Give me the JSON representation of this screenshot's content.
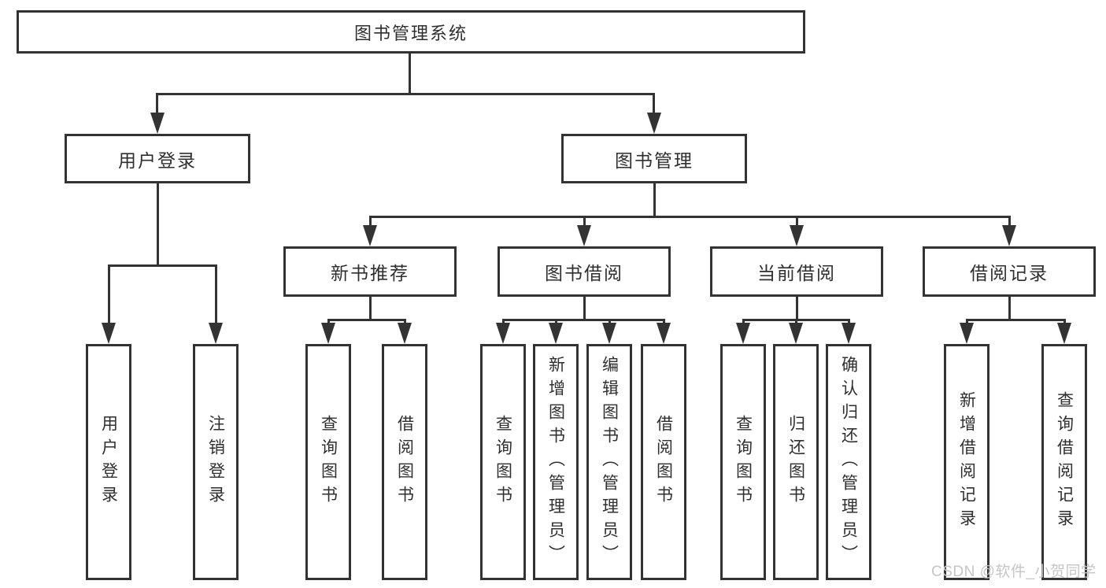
{
  "diagram": {
    "type": "hierarchy-diagram",
    "colors": {
      "line": "#333333",
      "box_fill": "#ffffff",
      "text": "#2f2f2f",
      "watermark": "#c6c6c6"
    },
    "watermark": "CSDN @软件_小贺同学",
    "tree": {
      "root": {
        "label": "图书管理系统"
      },
      "children": [
        {
          "label": "用户登录",
          "children": [
            {
              "label": "用户登录"
            },
            {
              "label": "注销登录"
            }
          ]
        },
        {
          "label": "图书管理",
          "children": [
            {
              "label": "新书推荐",
              "children": [
                {
                  "label": "查询图书"
                },
                {
                  "label": "借阅图书"
                }
              ]
            },
            {
              "label": "图书借阅",
              "children": [
                {
                  "label": "查询图书"
                },
                {
                  "label": "新增图书（管理员）"
                },
                {
                  "label": "编辑图书（管理员）"
                },
                {
                  "label": "借阅图书"
                }
              ]
            },
            {
              "label": "当前借阅",
              "children": [
                {
                  "label": "查询图书"
                },
                {
                  "label": "归还图书"
                },
                {
                  "label": "确认归还（管理员）"
                }
              ]
            },
            {
              "label": "借阅记录",
              "children": [
                {
                  "label": "新增借阅记录"
                },
                {
                  "label": "查询借阅记录"
                }
              ]
            }
          ]
        }
      ]
    }
  }
}
